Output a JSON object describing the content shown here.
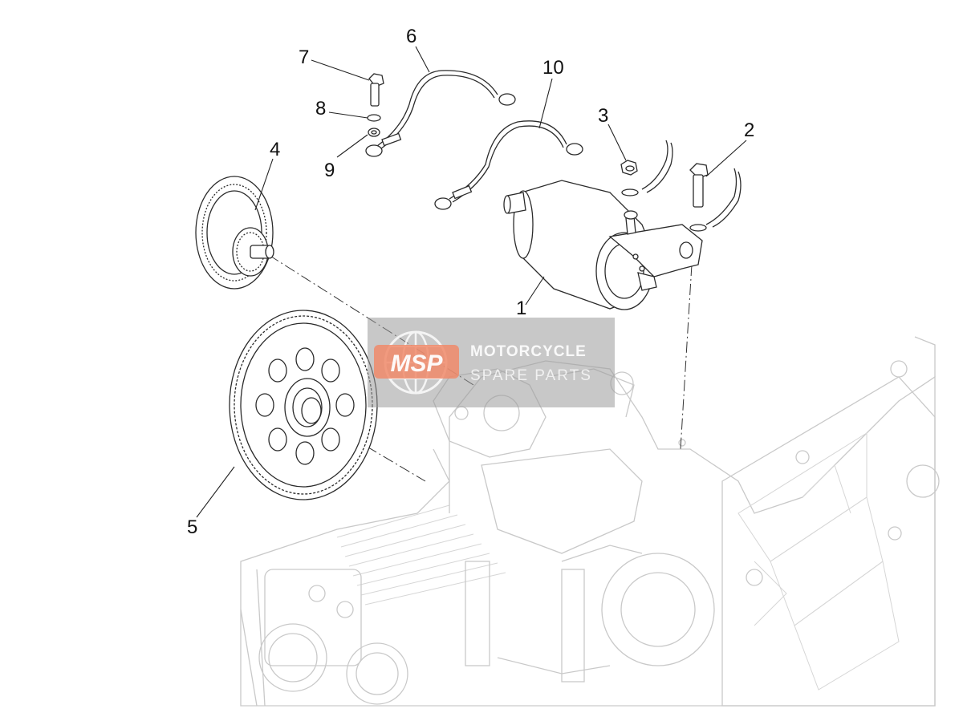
{
  "callouts": [
    {
      "id": "1",
      "label": "1"
    },
    {
      "id": "2",
      "label": "2"
    },
    {
      "id": "3",
      "label": "3"
    },
    {
      "id": "4",
      "label": "4"
    },
    {
      "id": "5",
      "label": "5"
    },
    {
      "id": "6",
      "label": "6"
    },
    {
      "id": "7",
      "label": "7"
    },
    {
      "id": "8",
      "label": "8"
    },
    {
      "id": "9",
      "label": "9"
    },
    {
      "id": "10",
      "label": "10"
    }
  ],
  "watermark": {
    "logo": "MSP",
    "line1": "MOTORCYCLE",
    "line2": "SPARE PARTS",
    "accent_color": "#f08a6a",
    "panel_color": "#9a9a9a"
  }
}
